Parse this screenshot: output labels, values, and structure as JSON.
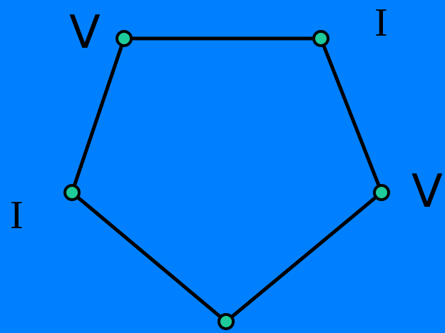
{
  "diagram": {
    "labels": {
      "top_left": "V",
      "top_right": "I",
      "right": "V",
      "left": "I"
    },
    "colors": {
      "background": "#0080ff",
      "edge": "#000000",
      "vertex_fill": "#1ecb9a",
      "label": "#000000"
    }
  }
}
